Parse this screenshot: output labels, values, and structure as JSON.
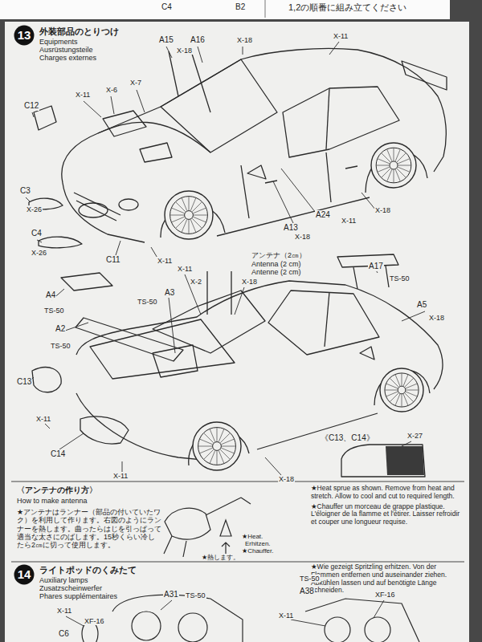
{
  "diagram": {
    "nodes": [
      {
        "text": [
          "13"
        ]
      },
      {
        "text": [
          "14"
        ]
      }
    ],
    "labels": [
      "C4",
      "B2",
      "1,2の順番に組み立てください",
      "外装部品のとりつけ",
      "Equipments",
      "Ausrüstungsteile",
      "Charges externes",
      "A15",
      "A16",
      "X-18",
      "X-18",
      "X-11",
      "X-11",
      "X-6",
      "X-7",
      "C12",
      "C3",
      "X-26",
      "C4",
      "X-26",
      "C11",
      "X-11",
      "A13",
      "X-18",
      "A24",
      "X-11",
      "X-18",
      "アンテナ（2㎝）",
      "Antenna (2 cm)",
      "Antenne (2 cm)",
      "A17",
      "TS-50",
      "X-11",
      "X-2",
      "X-18",
      "A4",
      "TS-50",
      "A3",
      "TS-50",
      "A5",
      "X-18",
      "A2",
      "TS-50",
      "C13",
      "X-11",
      "C14",
      "X-11",
      "X-18",
      "《C13、C14》",
      "X-27",
      "〈アンテナの作り方〉",
      "How to make antenna",
      "★アンテナはランナー（部品の付いていたワク）を利用して作ります。右図のようにランナーを熱します。曲ったらはじを引っぱって適当な太さにのばします。15秒くらい冷したら2㎝に切って使用します。",
      "★Heat.",
      "Erhitzen.",
      "★Chauffer.",
      "★熱します。",
      "★Heat sprue as shown. Remove from heat and stretch. Allow to cool and cut to required length.",
      "★Wie gezeigt Spritzling erhitzen. Von der Flammen entfernen und auseinander ziehen. Abkühlen lassen und auf benötigte Länge schneiden.",
      "★Chauffer un morceau de grappe plastique. L'éloigner de la flamme et l'étirer. Laisser refroidir et couper une longueur requise.",
      "ライトポッドのくみたて",
      "Auxiliary lamps",
      "Zusatzscheinwerfer",
      "Phares supplémentaires",
      "A31",
      "TS-50",
      "TS-50",
      "A38",
      "XF-16",
      "X-11",
      "XF-16",
      "C6",
      "X-11"
    ]
  }
}
